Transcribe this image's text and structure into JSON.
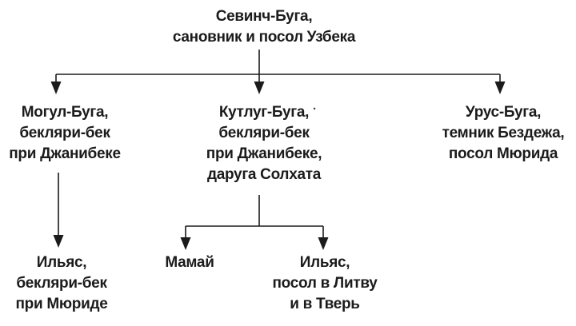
{
  "diagram": {
    "title": "family-tree-of-sevinch-buga",
    "colors": {
      "ink": "#1b1b1b",
      "background": "#ffffff"
    },
    "stray_mark": ".",
    "root": {
      "id": "sevinch-buga",
      "lines": [
        "Севинч-Буга,",
        "сановник и посол Узбека"
      ]
    },
    "children": [
      {
        "id": "mogul-buga",
        "lines": [
          "Могул-Буга,",
          "бекляри-бек",
          "при Джанибеке"
        ]
      },
      {
        "id": "kutlug-buga",
        "lines": [
          "Кутлуг-Буга,",
          "бекляри-бек",
          "при Джанибеке,",
          "даруга Солхата"
        ]
      },
      {
        "id": "urus-buga",
        "lines": [
          "Урус-Буга,",
          "темник Бездежа,",
          "посол Мюрида"
        ]
      }
    ],
    "grandchildren": [
      {
        "id": "ilyas-beklyaribek",
        "lines": [
          "Ильяс,",
          "бекляри-бек",
          "при Мюриде"
        ]
      },
      {
        "id": "mamai",
        "lines": [
          "Мамай"
        ]
      },
      {
        "id": "ilyas-posol",
        "lines": [
          "Ильяс,",
          "посол в Литву",
          "и в Тверь"
        ]
      }
    ]
  }
}
